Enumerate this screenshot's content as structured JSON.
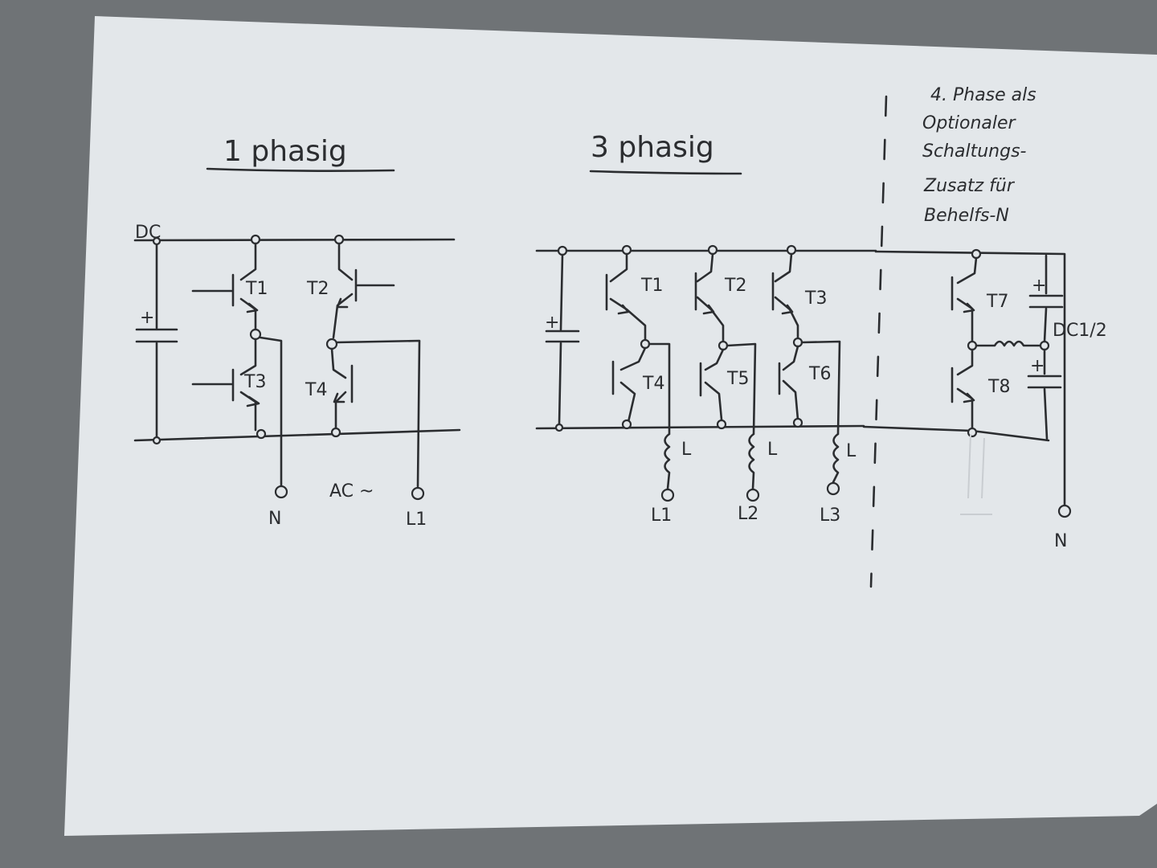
{
  "titles": {
    "single_phase": "1 phasig",
    "three_phase": "3 phasig"
  },
  "note": {
    "line1": "4. Phase als",
    "line2": "Optionaler",
    "line3": "Schaltungs-",
    "line4": "Zusatz für",
    "line5": "Behelfs-N"
  },
  "single": {
    "dc": "DC",
    "plus": "+",
    "t1": "T1",
    "t2": "T2",
    "t3": "T3",
    "t4": "T4",
    "ac": "AC ~",
    "n": "N",
    "l1": "L1"
  },
  "three": {
    "plus": "+",
    "t1": "T1",
    "t2": "T2",
    "t3": "T3",
    "t4": "T4",
    "t5": "T5",
    "t6": "T6",
    "l": "L",
    "out1": "L1",
    "out2": "L2",
    "out3": "L3"
  },
  "fourth": {
    "t7": "T7",
    "t8": "T8",
    "dc12": "DC1/2",
    "plus": "+",
    "n": "N"
  },
  "colors": {
    "paper": "#e3e7ea",
    "ink": "#2b2d30",
    "background": "#6f7376"
  }
}
